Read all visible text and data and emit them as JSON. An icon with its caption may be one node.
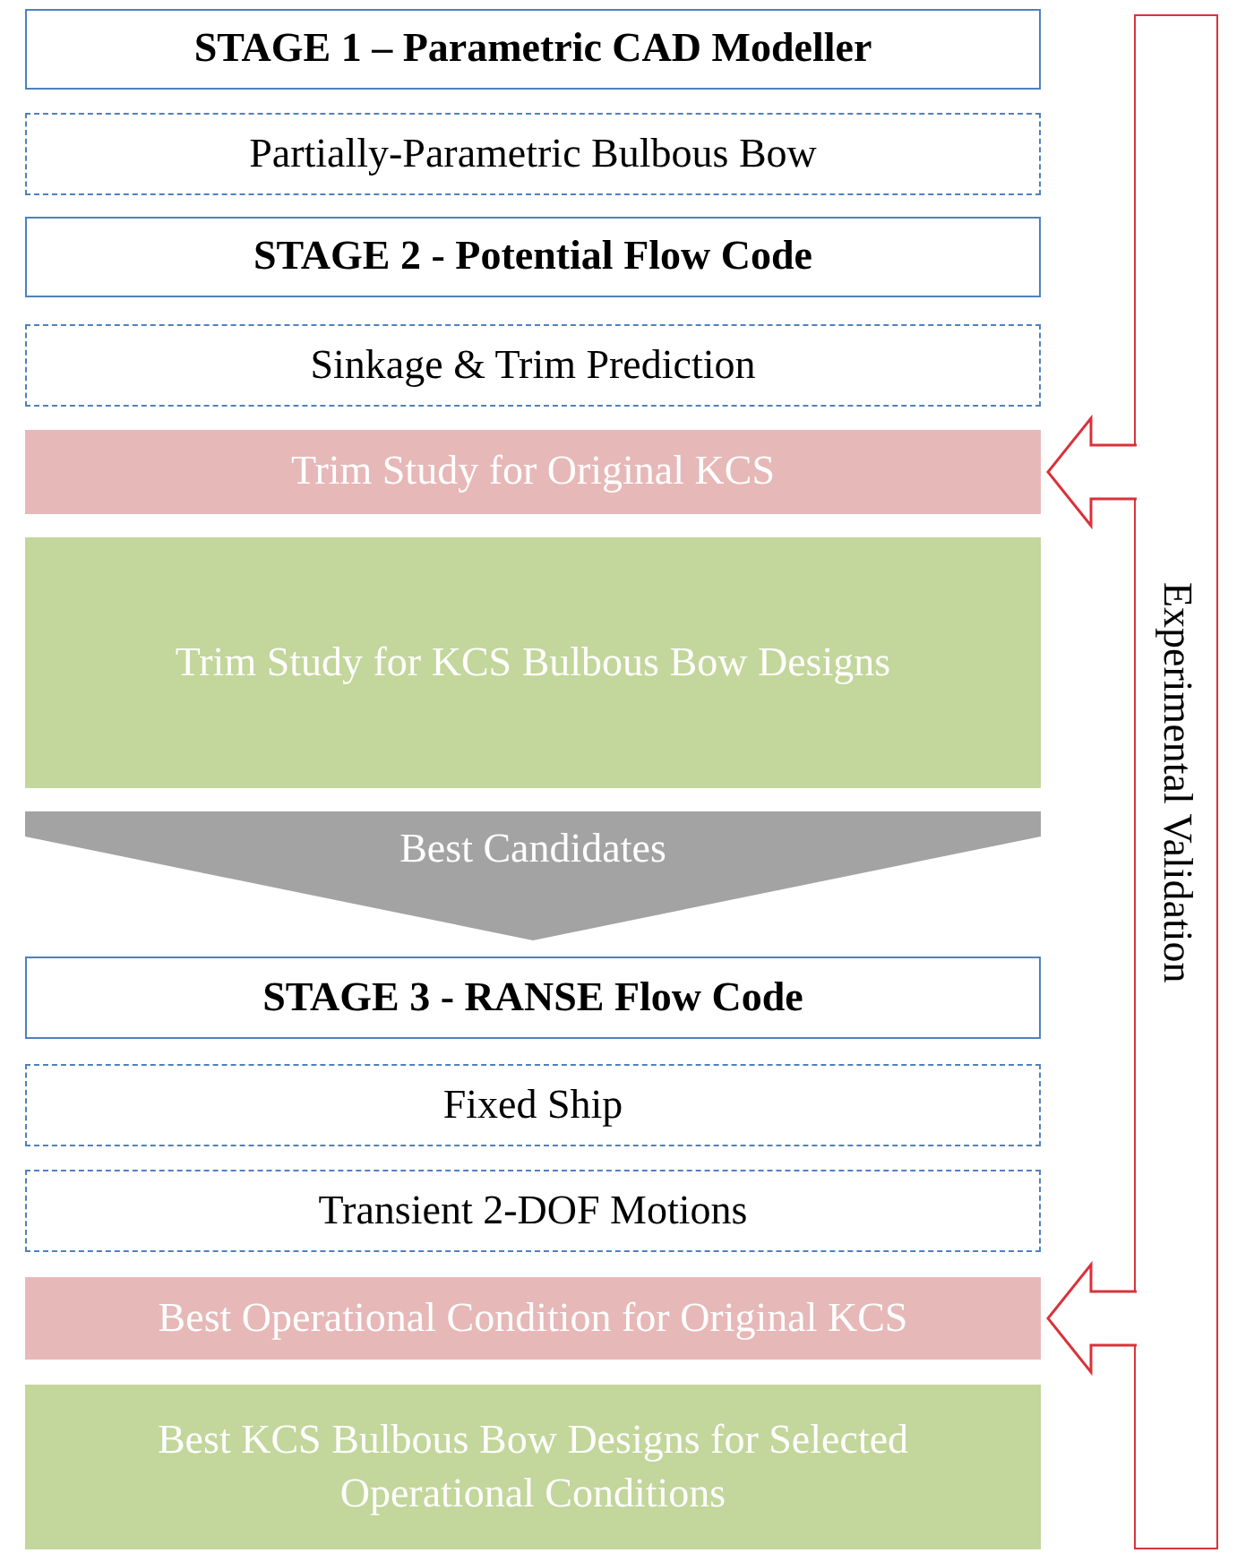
{
  "diagram": {
    "nodes": [
      {
        "text": [
          "STAGE 1 – Parametric CAD Modeller"
        ]
      },
      {
        "text": [
          "Partially-Parametric Bulbous Bow"
        ]
      },
      {
        "text": [
          "STAGE 2 - Potential Flow Code"
        ]
      },
      {
        "text": [
          "Sinkage & Trim Prediction"
        ]
      },
      {
        "text": [
          "Trim Study for Original KCS"
        ]
      },
      {
        "text": [
          "Trim Study for KCS Bulbous Bow Designs"
        ]
      },
      {
        "text": [
          "Best Candidates"
        ]
      },
      {
        "text": [
          "STAGE 3 - RANSE Flow Code"
        ]
      },
      {
        "text": [
          "Fixed Ship"
        ]
      },
      {
        "text": [
          "Transient 2-DOF Motions"
        ]
      },
      {
        "text": [
          "Best Operational Condition for Original KCS"
        ]
      },
      {
        "text": [
          "Best KCS Bulbous Bow Designs for Selected Operational Conditions"
        ]
      },
      {
        "text": [
          "Experimental Validation"
        ]
      }
    ],
    "edges": [
      {
        "from": 12,
        "to": 4,
        "arrow": "to"
      },
      {
        "from": 12,
        "to": 10,
        "arrow": "to"
      }
    ]
  }
}
